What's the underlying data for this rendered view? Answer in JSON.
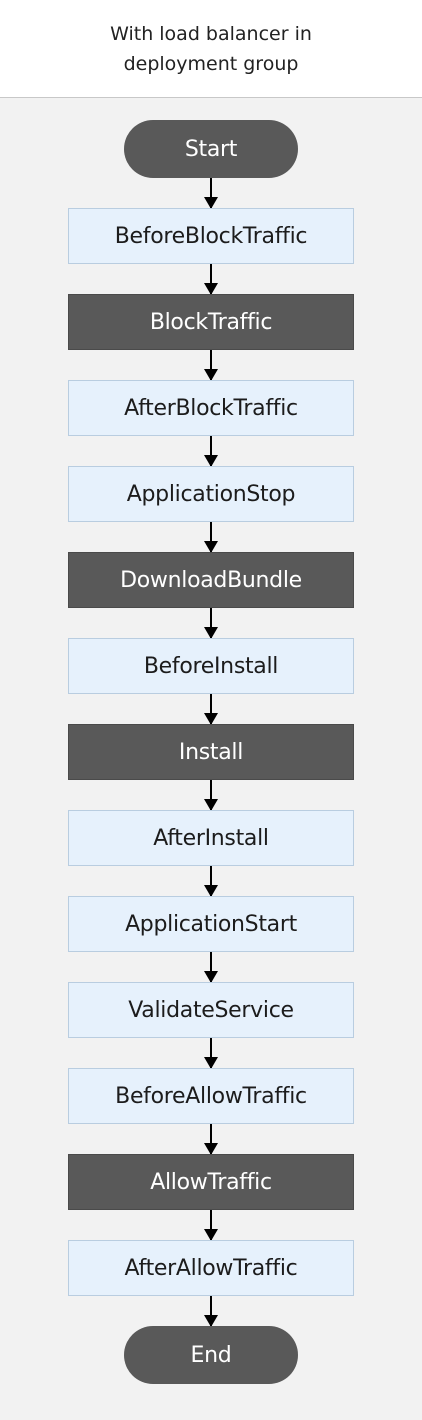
{
  "header": {
    "line1": "With load balancer in",
    "line2": "deployment group"
  },
  "flow": {
    "start": "Start",
    "steps": [
      {
        "label": "BeforeBlockTraffic",
        "kind": "script-hook"
      },
      {
        "label": "BlockTraffic",
        "kind": "codedeploy-step"
      },
      {
        "label": "AfterBlockTraffic",
        "kind": "script-hook"
      },
      {
        "label": "ApplicationStop",
        "kind": "script-hook"
      },
      {
        "label": "DownloadBundle",
        "kind": "codedeploy-step"
      },
      {
        "label": "BeforeInstall",
        "kind": "script-hook"
      },
      {
        "label": "Install",
        "kind": "codedeploy-step"
      },
      {
        "label": "AfterInstall",
        "kind": "script-hook"
      },
      {
        "label": "ApplicationStart",
        "kind": "script-hook"
      },
      {
        "label": "ValidateService",
        "kind": "script-hook"
      },
      {
        "label": "BeforeAllowTraffic",
        "kind": "script-hook"
      },
      {
        "label": "AllowTraffic",
        "kind": "codedeploy-step"
      },
      {
        "label": "AfterAllowTraffic",
        "kind": "script-hook"
      }
    ],
    "end": "End"
  },
  "colors": {
    "hook_fill": "#e6f1fc",
    "step_fill": "#595959",
    "panel_bg": "#f2f2f2"
  }
}
